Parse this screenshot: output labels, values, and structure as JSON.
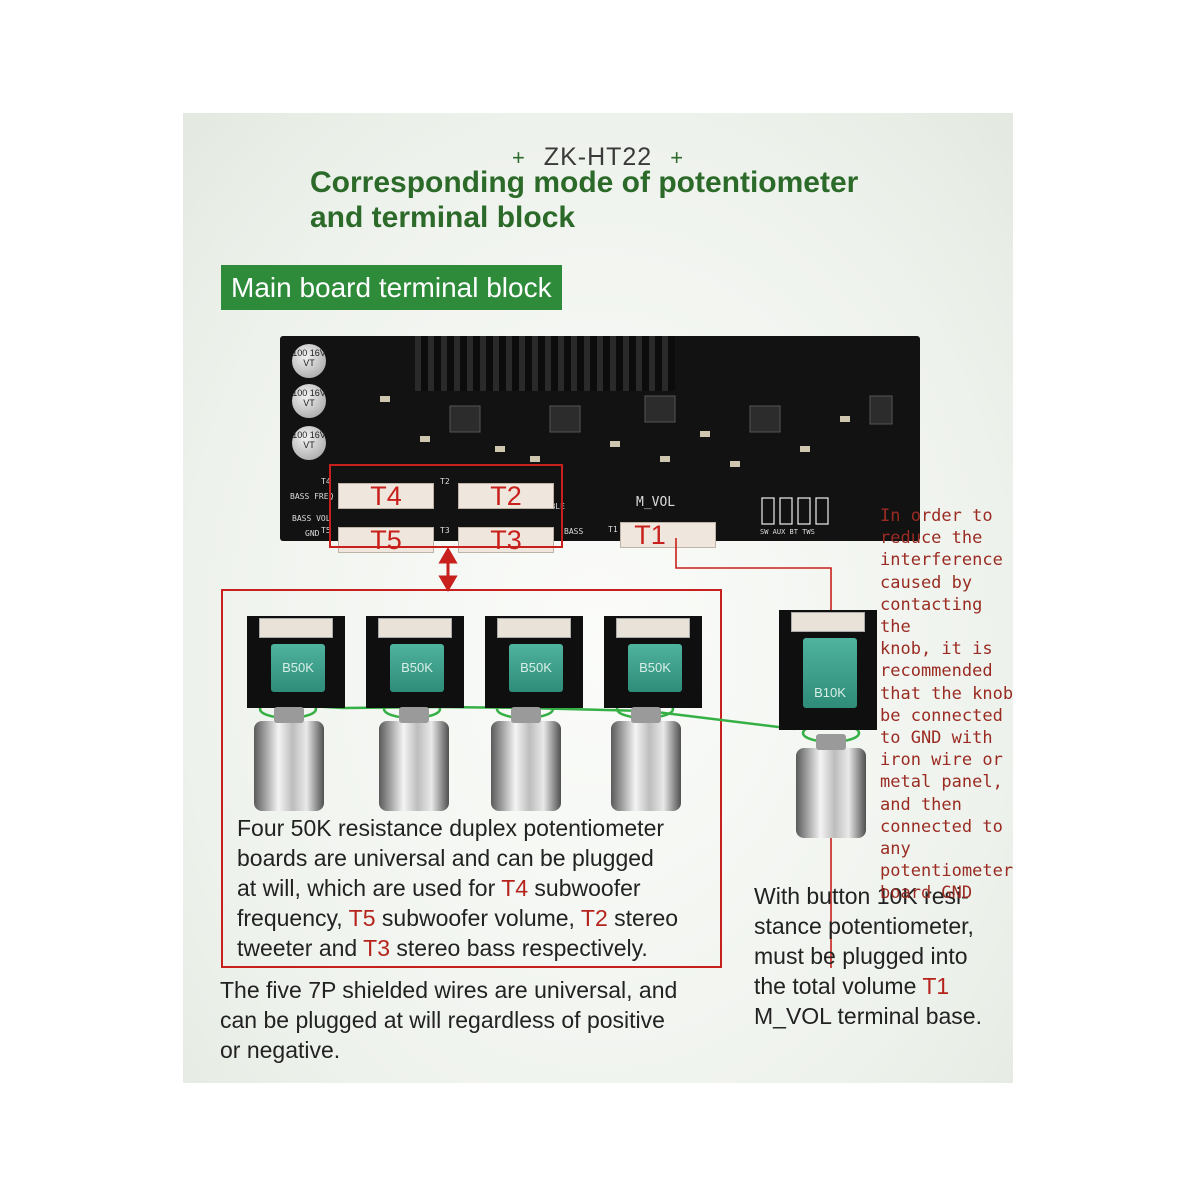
{
  "header": {
    "plus_left": "+",
    "model": "ZK-HT22",
    "plus_right": "+",
    "title_line1": "Corresponding mode of potentiometer",
    "title_line2": "and terminal block"
  },
  "section_label": "Main board terminal block",
  "board": {
    "capacitors": [
      "100 16V VT",
      "100 16V VT",
      "100 16V VT"
    ],
    "silk_bass_freq": "BASS FREQ",
    "silk_bass_vol": "BASS VOL",
    "silk_gnd": "GND",
    "silk_treble": "TREBLE",
    "silk_bass": "BASS",
    "silk_t1": "T1",
    "silk_t2": "T2",
    "silk_t3": "T3",
    "silk_t4": "T4",
    "silk_t5": "T5",
    "silk_jumpers": "SW   AUX   BT   TWS",
    "mvol_label": "M_VOL",
    "terminals": {
      "t4": "T4",
      "t2": "T2",
      "t5": "T5",
      "t3": "T3",
      "t1": "T1"
    }
  },
  "pots": [
    "B50K",
    "B50K",
    "B50K",
    "B50K"
  ],
  "main_pot": "B10K",
  "colors": {
    "accent_green": "#2e8b3a",
    "title_green": "#2c6a2a",
    "red": "#c8201c"
  },
  "description_left": {
    "p1": "Four 50K resistance duplex potentiometer",
    "p2": "boards are universal and can be plugged",
    "p3a": "at will, which are used for ",
    "p3b": "T4",
    "p3c": " subwoofer",
    "p4a": "frequency, ",
    "p4b": "T5",
    "p4c": " subwoofer volume, ",
    "p4d": "T2",
    "p4e": " stereo",
    "p5a": "tweeter and ",
    "p5b": "T3",
    "p5c": " stereo bass respectively."
  },
  "description_bottom": {
    "l1": "The five 7P shielded wires are universal, and",
    "l2": "can be plugged at will regardless of positive",
    "l3": "or negative."
  },
  "description_right": {
    "l1": "With button 10K resi-",
    "l2": "stance potentiometer,",
    "l3": "must be plugged into",
    "l4a": "the total volume ",
    "l4b": "T1",
    "l5": "M_VOL terminal base."
  },
  "side_note": [
    "In order to",
    "reduce the",
    "interference",
    "caused by",
    "contacting the",
    "knob, it is",
    "recommended",
    "that the knob",
    "be connected",
    "to GND with",
    "iron wire or",
    "metal panel,",
    "and then",
    "connected to",
    "any",
    "potentiometer",
    "board GND"
  ]
}
